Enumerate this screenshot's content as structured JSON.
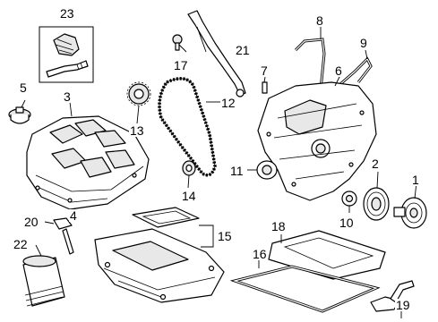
{
  "diagram": {
    "background": "#ffffff",
    "ink_color": "#000000",
    "callouts": [
      {
        "id": "c1",
        "label": "1"
      },
      {
        "id": "c2",
        "label": "2"
      },
      {
        "id": "c3",
        "label": "3"
      },
      {
        "id": "c4",
        "label": "4"
      },
      {
        "id": "c5",
        "label": "5"
      },
      {
        "id": "c6",
        "label": "6"
      },
      {
        "id": "c7",
        "label": "7"
      },
      {
        "id": "c8",
        "label": "8"
      },
      {
        "id": "c9",
        "label": "9"
      },
      {
        "id": "c10",
        "label": "10"
      },
      {
        "id": "c11",
        "label": "11"
      },
      {
        "id": "c12",
        "label": "12"
      },
      {
        "id": "c13",
        "label": "13"
      },
      {
        "id": "c14",
        "label": "14"
      },
      {
        "id": "c15",
        "label": "15"
      },
      {
        "id": "c16",
        "label": "16"
      },
      {
        "id": "c17",
        "label": "17"
      },
      {
        "id": "c18",
        "label": "18"
      },
      {
        "id": "c19",
        "label": "19"
      },
      {
        "id": "c20",
        "label": "20"
      },
      {
        "id": "c21",
        "label": "21"
      },
      {
        "id": "c22",
        "label": "22"
      },
      {
        "id": "c23",
        "label": "23"
      }
    ]
  }
}
